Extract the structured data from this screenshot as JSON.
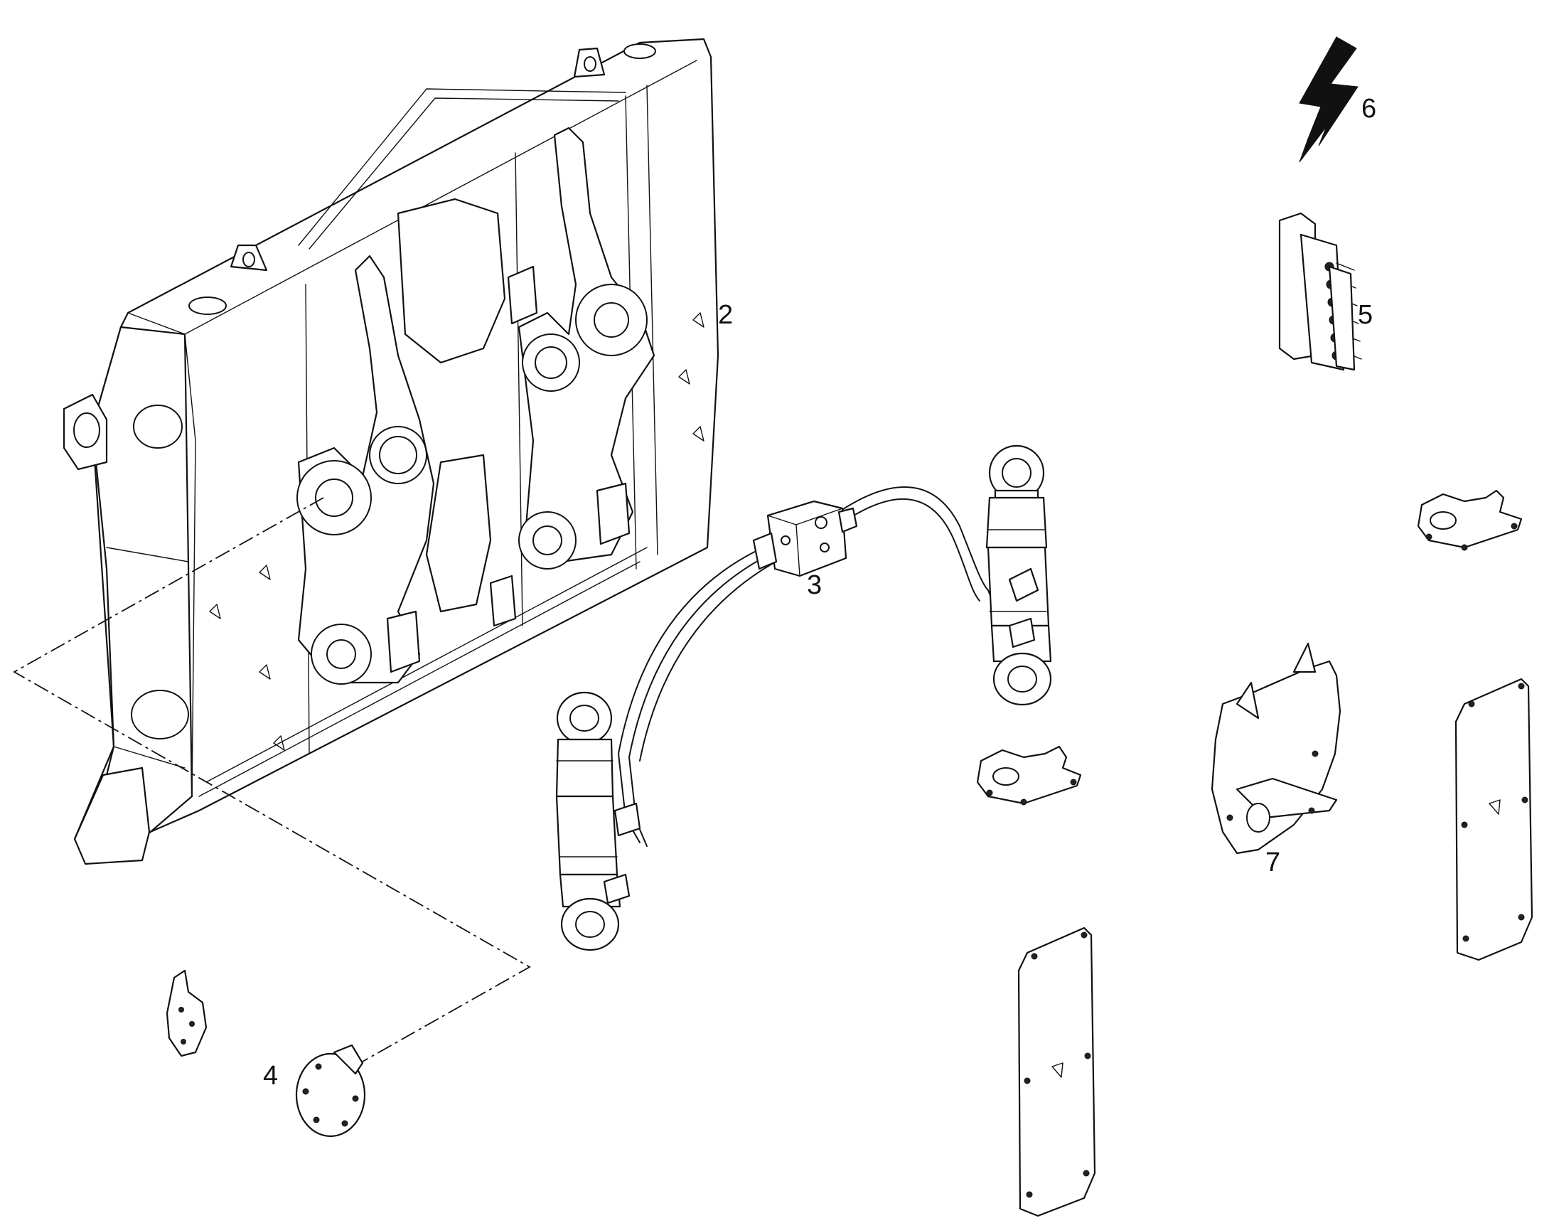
{
  "callouts": {
    "frame": "2",
    "valve_block": "3",
    "cover_disc": "4",
    "manifold": "5",
    "electrical": "6",
    "plate": "7"
  },
  "colors": {
    "ink": "#111111",
    "background": "#ffffff"
  },
  "icons": {
    "electrical_symbol": "lightning-bolt-icon"
  }
}
